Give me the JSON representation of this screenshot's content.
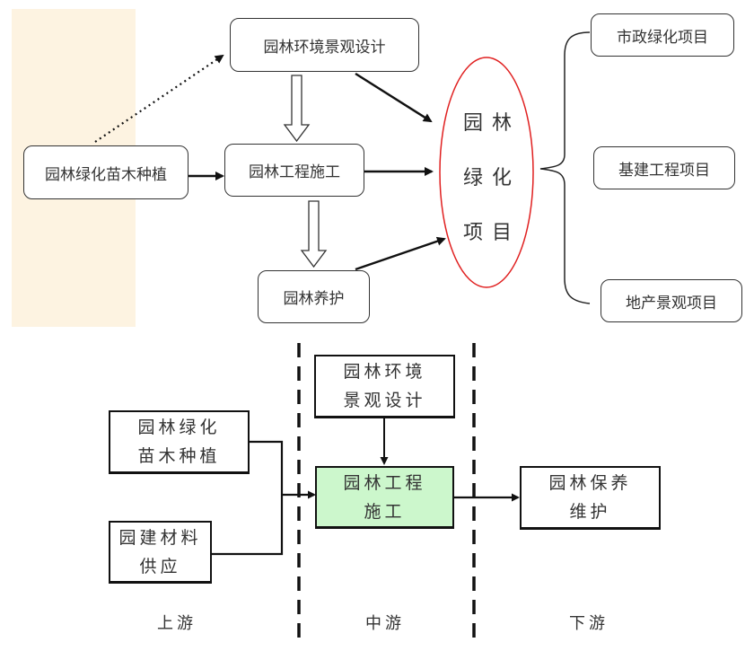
{
  "top_diagram": {
    "nodes": {
      "design": "园林环境景观设计",
      "seedling": "园林绿化苗木种植",
      "construction": "园林工程施工",
      "maintenance": "园林养护",
      "project": [
        "园林",
        "绿化",
        "项目"
      ],
      "municipal": "市政绿化项目",
      "infrastructure": "基建工程项目",
      "real_estate": "地产景观项目"
    },
    "colors": {
      "highlight_band": "#fdf3e1",
      "ellipse_stroke": "#e02020"
    }
  },
  "bottom_diagram": {
    "nodes": {
      "seedling": "园林绿化苗木种植",
      "materials": "园建材料供应",
      "design": "园林环境景观设计",
      "construction": "园林工程施工",
      "maintenance": "园林保养维护"
    },
    "node_lines": {
      "seedling": [
        "园林绿化",
        "苗木种植"
      ],
      "materials": [
        "园建材料",
        "供应"
      ],
      "design": [
        "园林环境",
        "景观设计"
      ],
      "construction": [
        "园林工程",
        "施工"
      ],
      "maintenance": [
        "园林保养",
        "维护"
      ]
    },
    "stages": {
      "upstream": "上游",
      "midstream": "中游",
      "downstream": "下游"
    },
    "colors": {
      "highlight_fill": "#ccf7cc"
    }
  }
}
